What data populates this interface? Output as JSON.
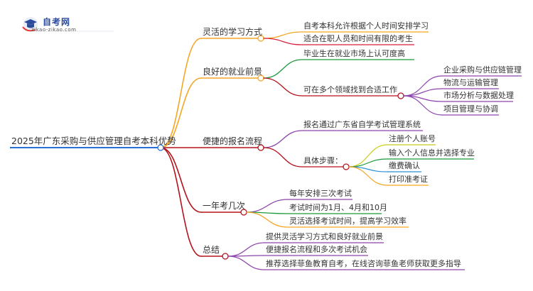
{
  "logo": {
    "title": "自考网",
    "url": "zikao-zikao.com"
  },
  "mindmap": {
    "root": "2025年广东采购与供应管理自考本科优势",
    "branches": [
      {
        "label": "灵活的学习方式",
        "color": "#f5a623",
        "children": [
          {
            "label": "自考本科允许根据个人时间安排学习",
            "color": "#f5a623",
            "children": []
          },
          {
            "label": "适合在职人员和时间有限的考生",
            "color": "#d81b3b",
            "children": []
          }
        ]
      },
      {
        "label": "良好的就业前景",
        "color": "#f5a623",
        "children": [
          {
            "label": "毕业生在就业市场上认可度高",
            "color": "#1a9a3a",
            "children": []
          },
          {
            "label": "可在多个领域找到合适工作",
            "color": "#b5121b",
            "children": [
              {
                "label": "企业采购与供应链管理",
                "color": "#8e44ad"
              },
              {
                "label": "物流与运输管理",
                "color": "#8e44ad"
              },
              {
                "label": "市场分析与数据处理",
                "color": "#8e44ad"
              },
              {
                "label": "项目管理与协调",
                "color": "#8e44ad"
              }
            ]
          }
        ]
      },
      {
        "label": "便捷的报名流程",
        "color": "#b5121b",
        "children": [
          {
            "label": "报名通过广东省自学考试管理系统",
            "color": "#8e44ad",
            "children": []
          },
          {
            "label": "具体步骤：",
            "color": "#b5121b",
            "children": [
              {
                "label": "注册个人账号",
                "color": "#c8cc1a"
              },
              {
                "label": "输入个人信息并选择专业",
                "color": "#1a9a3a"
              },
              {
                "label": "缴费确认",
                "color": "#2a8fd6"
              },
              {
                "label": "打印准考证",
                "color": "#f5a623"
              }
            ]
          }
        ]
      },
      {
        "label": "一年考几次",
        "color": "#b5121b",
        "children": [
          {
            "label": "每年安排三次考试",
            "color": "#8e44ad",
            "children": []
          },
          {
            "label": "考试时间为1月、4月和10月",
            "color": "#1a9a3a",
            "children": []
          },
          {
            "label": "灵活选择考试时间，提高学习效率",
            "color": "#f5a623",
            "children": []
          }
        ]
      },
      {
        "label": "总结",
        "color": "#b5121b",
        "children": [
          {
            "label": "提供灵活学习方式和良好就业前景",
            "color": "#8e44ad",
            "children": []
          },
          {
            "label": "便捷报名流程和多次考试机会",
            "color": "#8e44ad",
            "children": []
          },
          {
            "label": "推荐选择菲鱼教育自考，在线咨询菲鱼老师获取更多指导",
            "color": "#8e44ad",
            "children": []
          }
        ]
      }
    ]
  }
}
